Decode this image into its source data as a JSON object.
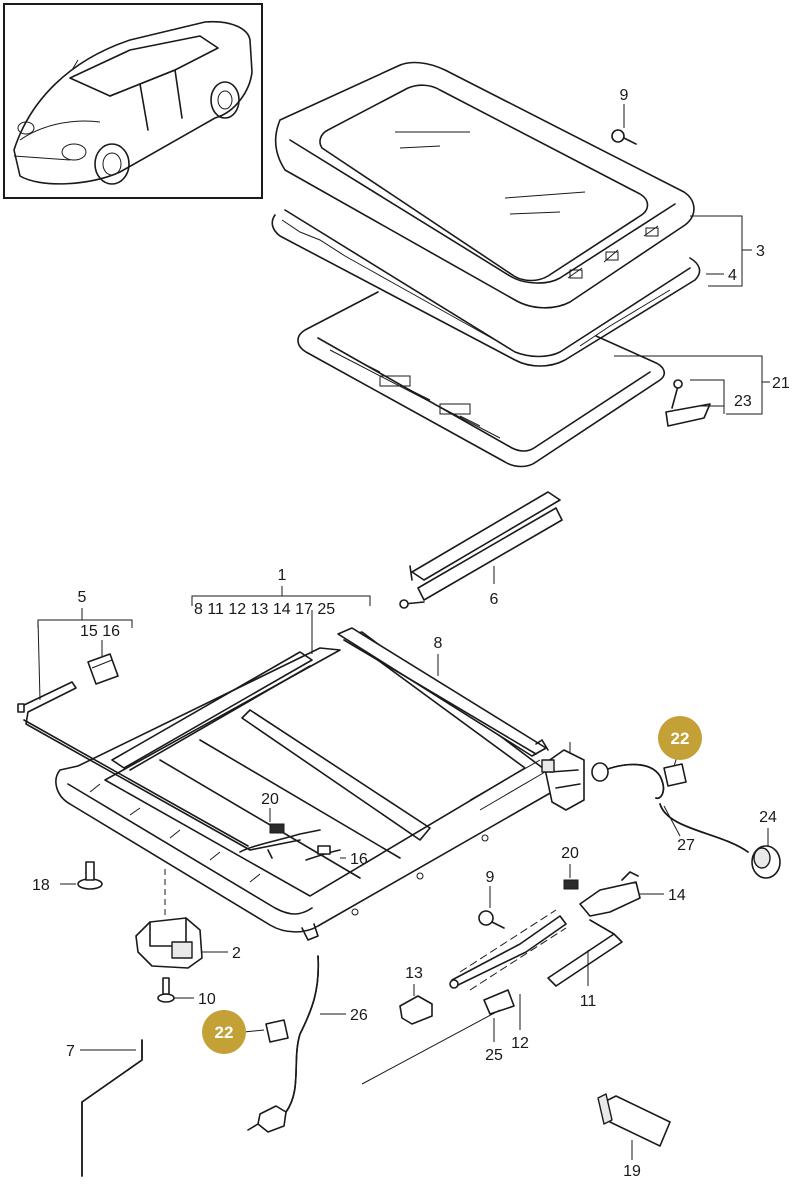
{
  "callouts": {
    "c1": "1",
    "c1_sub": "8 11 12 13 14 17 25",
    "c2": "2",
    "c3": "3",
    "c4": "4",
    "c5": "5",
    "c5_sub": "15 16",
    "c6": "6",
    "c7": "7",
    "c8": "8",
    "c9a": "9",
    "c9b": "9",
    "c10": "10",
    "c11": "11",
    "c12": "12",
    "c13": "13",
    "c14": "14",
    "c16": "16",
    "c18": "18",
    "c19": "19",
    "c20a": "20",
    "c20b": "20",
    "c21": "21",
    "c22a": "22",
    "c22b": "22",
    "c23": "23",
    "c24": "24",
    "c25": "25",
    "c26": "26",
    "c27": "27"
  },
  "colors": {
    "badge": "#c4a136",
    "line": "#1a1a1a",
    "background": "#ffffff"
  }
}
